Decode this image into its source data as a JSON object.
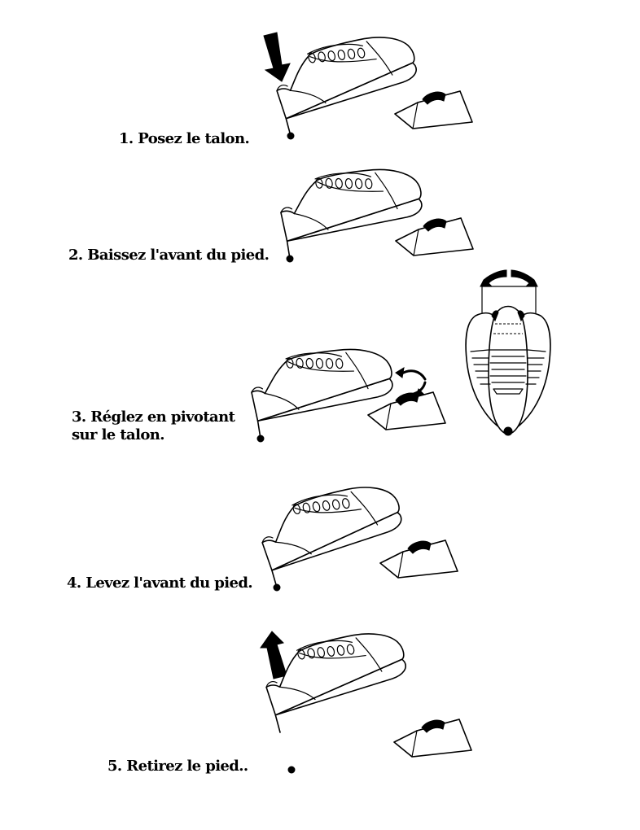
{
  "diagram": {
    "steps": [
      {
        "number": "1",
        "text": "1. Posez le talon.",
        "lines": [
          "1. Posez le talon."
        ],
        "arrow": "down",
        "arrow_icon": "arrow-down-icon"
      },
      {
        "number": "2",
        "text": "2. Baissez l'avant du pied.",
        "lines": [
          "2. Baissez l'avant du pied."
        ],
        "arrow": "down-right",
        "arrow_icon": "arrow-down-right-icon"
      },
      {
        "number": "3",
        "text": "3. Réglez en pivotant sur le talon.",
        "lines": [
          "3. Réglez en pivotant",
          "sur le talon."
        ],
        "arrow": "rotate",
        "arrow_icon": "rotate-arrows-icon"
      },
      {
        "number": "4",
        "text": "4. Levez l'avant du pied.",
        "lines": [
          "4. Levez l'avant du pied."
        ],
        "arrow": "up-left",
        "arrow_icon": "arrow-up-left-icon"
      },
      {
        "number": "5",
        "text": "5. Retirez le pied..",
        "lines": [
          "5. Retirez le pied.."
        ],
        "arrow": "up",
        "arrow_icon": "arrow-up-icon"
      }
    ],
    "colors": {
      "ink": "#000000",
      "background": "#ffffff"
    }
  }
}
